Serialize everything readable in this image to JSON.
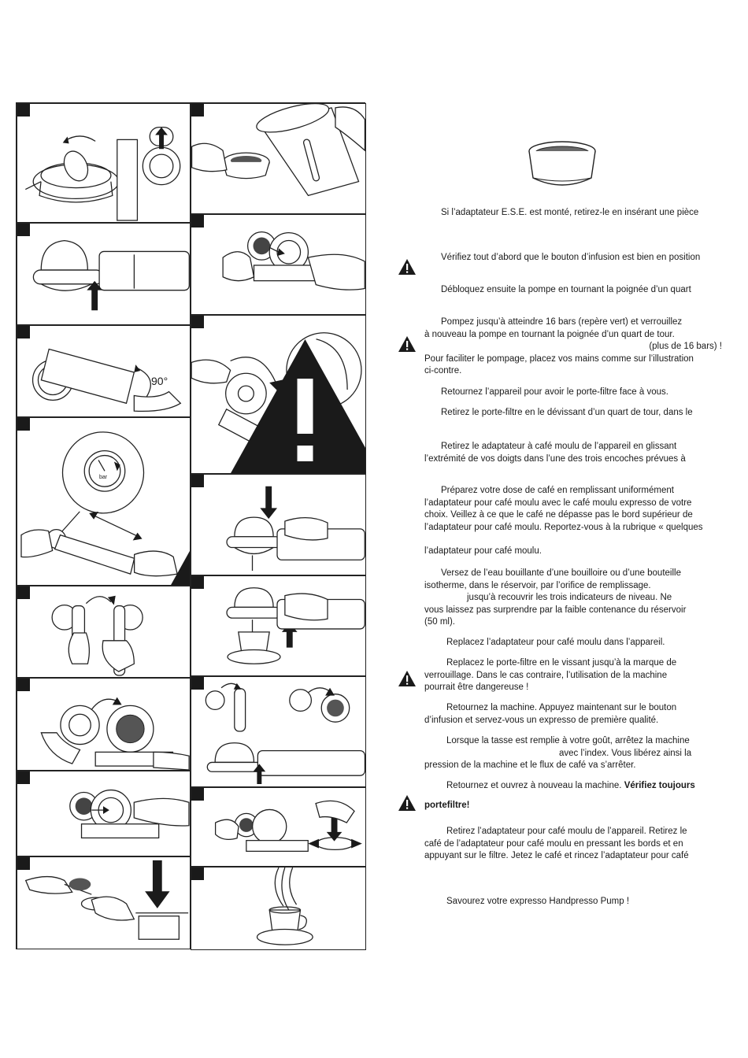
{
  "steps": [
    {
      "segments": [
        "Si l’adaptateur E.S.E. est monté, retirez-le en insérant une pièce"
      ]
    },
    {
      "segments": [
        "Vérifiez tout d’abord que le bouton d’infusion est bien en position"
      ]
    },
    {
      "segments": [
        "Débloquez ensuite la pompe en tournant la poignée d’un quart"
      ]
    },
    {
      "segments": [
        "Pompez jusqu’à atteindre 16 bars (repère vert) et verrouillez",
        "à nouveau la pompe en tournant la poignée d’un quart de tour.",
        "(plus de 16 bars) !",
        "Pour faciliter le pompage, placez vos mains comme sur l’illustration",
        "ci-contre."
      ]
    },
    {
      "segments": [
        "Retournez l’appareil pour avoir le porte-filtre face à vous."
      ]
    },
    {
      "segments": [
        "Retirez le porte-filtre en le dévissant d’un quart de tour, dans le"
      ]
    },
    {
      "segments": [
        "Retirez le adaptateur à café moulu de l’appareil en glissant",
        "l’extrémité de vos doigts dans l’une des trois encoches prévues à"
      ]
    },
    {
      "segments": [
        "Préparez votre dose de café en remplissant uniformément",
        "l’adaptateur pour café moulu avec le café moulu expresso de votre",
        "choix. Veillez à ce que le café ne dépasse pas le bord supérieur de",
        "l’adaptateur pour café moulu. Reportez-vous à la rubrique « quelques",
        "l’adaptateur pour café moulu."
      ]
    },
    {
      "segments": [
        "Versez de l’eau bouillante d’une bouilloire ou d’une bouteille",
        "isotherme, dans le réservoir, par l’orifice de remplissage.",
        "jusqu’à recouvrir les trois indicateurs de niveau. Ne",
        "vous laissez pas surprendre par la faible contenance du réservoir",
        "(50 ml)."
      ]
    },
    {
      "segments": [
        "Replacez l’adaptateur pour café moulu dans l’appareil."
      ]
    },
    {
      "segments": [
        "Replacez le porte-filtre en le vissant jusqu’à la marque de",
        "verrouillage. Dans le cas contraire, l’utilisation de la machine",
        "pourrait être dangereuse !"
      ]
    },
    {
      "segments": [
        "Retournez la machine. Appuyez maintenant sur le bouton",
        "d’infusion et servez-vous un expresso de première qualité."
      ]
    },
    {
      "segments": [
        "Lorsque la tasse est remplie à votre goût, arrêtez la machine",
        "avec l’index. Vous libérez ainsi la",
        "pression de la machine et le flux de café va s’arrêter."
      ]
    },
    {
      "segments": [
        "Retournez et ouvrez à nouveau la machine.",
        "Vérifiez toujours",
        "portefiltre!"
      ]
    },
    {
      "segments": [
        "Retirez l’adaptateur pour café moulu de l’appareil. Retirez le",
        "café de l’adaptateur pour café moulu en pressant les bords et en",
        "appuyant sur le filtre. Jetez le café et rincez l’adaptateur pour café"
      ]
    },
    {
      "segments": [
        "Savourez votre expresso Handpresso Pump !"
      ]
    }
  ],
  "illustrations": {
    "rotation_label": "90°",
    "gauge_bar_label": "bar",
    "icons": [
      "warning-icon",
      "arrow-icon",
      "step-number-tab-icon"
    ]
  },
  "colors": {
    "ink": "#1a1a1a",
    "paper": "#ffffff"
  }
}
